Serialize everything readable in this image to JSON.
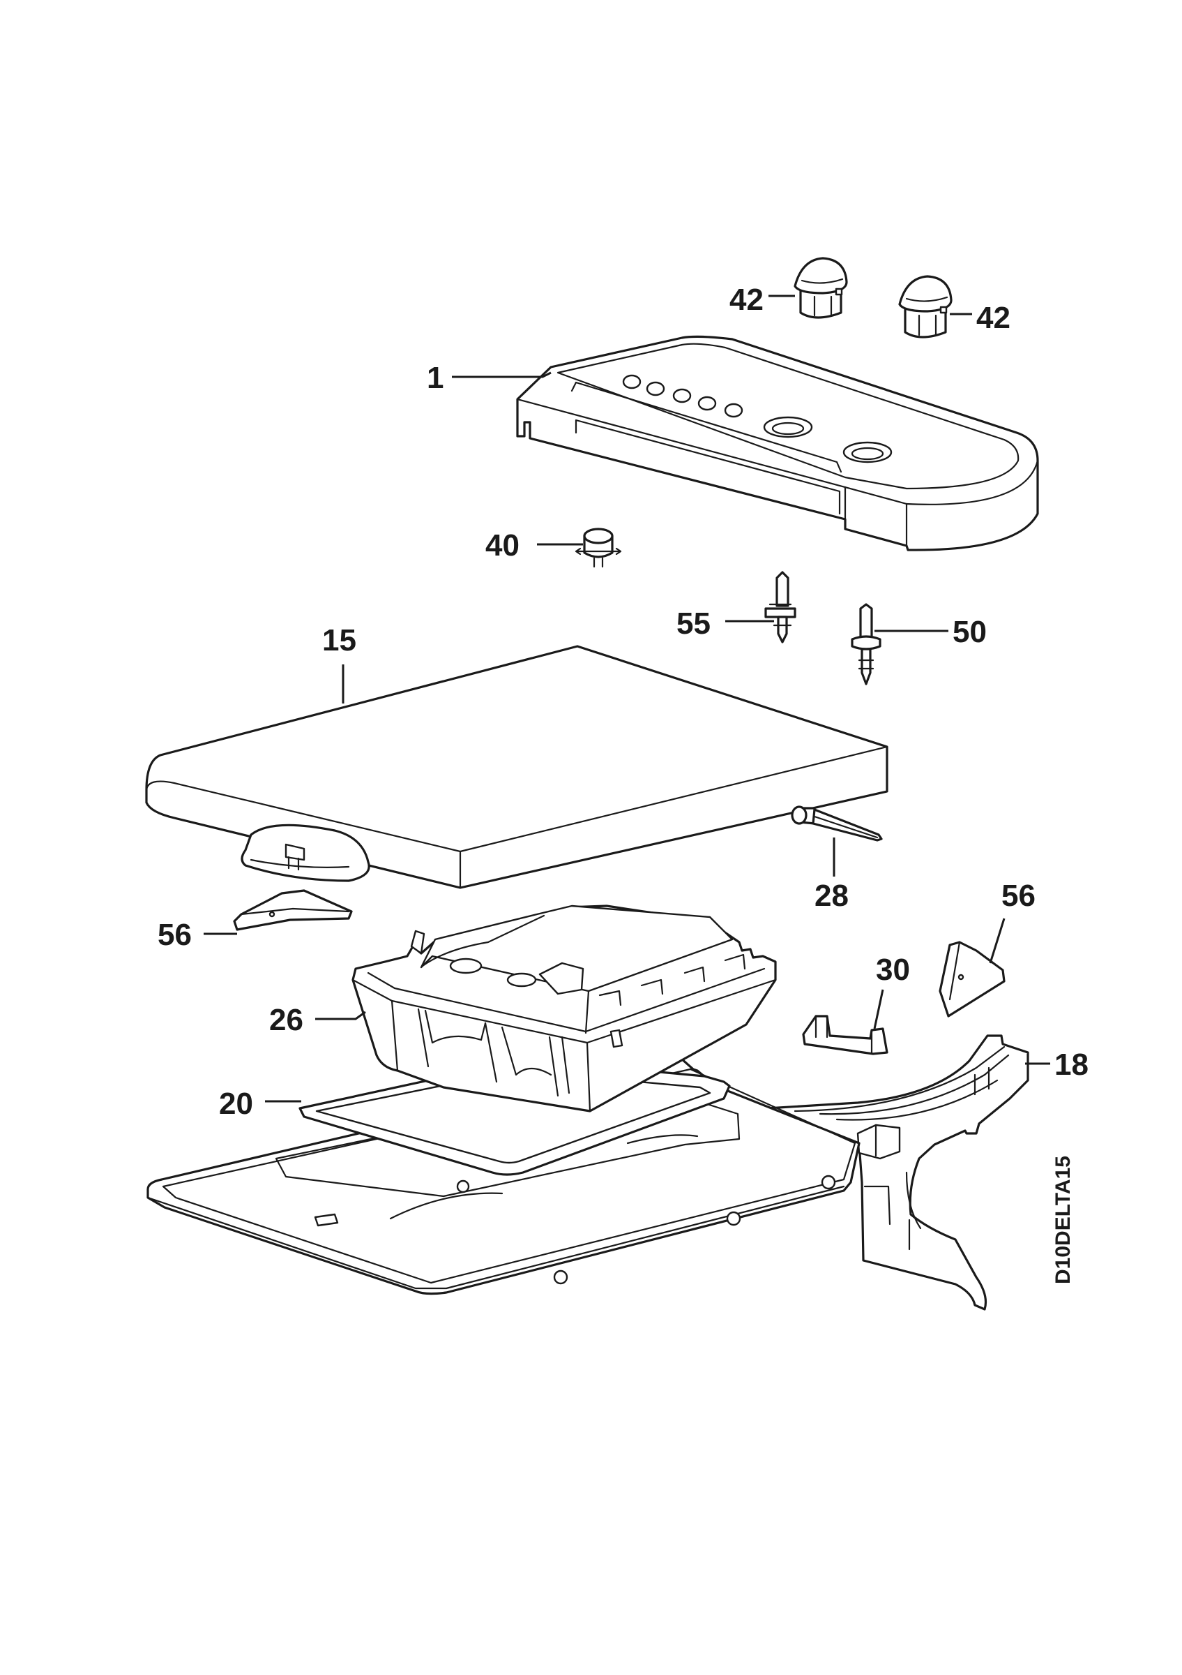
{
  "callouts": {
    "c42a": "42",
    "c42b": "42",
    "c1": "1",
    "c40": "40",
    "c55": "55",
    "c50": "50",
    "c15": "15",
    "c28": "28",
    "c56a": "56",
    "c56b": "56",
    "c30": "30",
    "c26": "26",
    "c18": "18",
    "c20": "20"
  },
  "drawing_code": "D10DELTA15"
}
